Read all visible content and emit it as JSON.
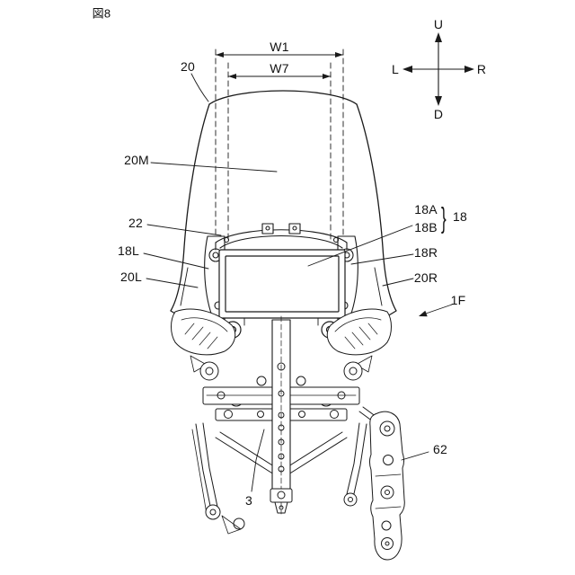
{
  "figure": {
    "caption": "図8"
  },
  "compass": {
    "up": "U",
    "down": "D",
    "left": "L",
    "right": "R"
  },
  "dimensions": {
    "w1": "W1",
    "w7": "W7"
  },
  "refs": {
    "r20": "20",
    "r20M": "20M",
    "r22": "22",
    "r18L": "18L",
    "r20L": "20L",
    "r18A": "18A",
    "r18B": "18B",
    "r18": "18",
    "r18R": "18R",
    "r20R": "20R",
    "r1F": "1F",
    "r62": "62",
    "r3": "3",
    "brace": "}"
  }
}
